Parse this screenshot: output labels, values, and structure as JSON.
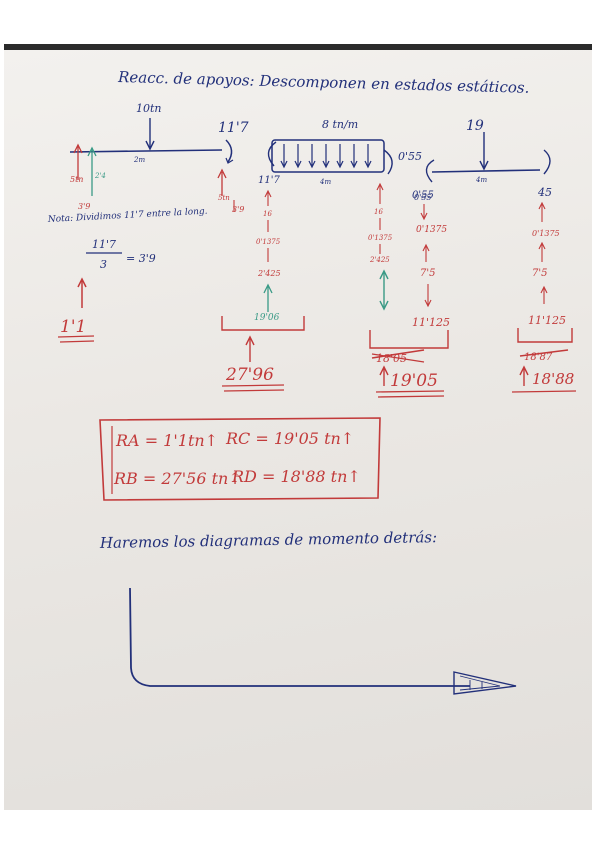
{
  "colors": {
    "blue_ink": "#22307a",
    "red_ink": "#c23a3a",
    "green_ink": "#3a9a86",
    "paper": "#efece8"
  },
  "header": {
    "title": "Reacc. de apoyos: Descomponen en estados estáticos."
  },
  "beam1": {
    "load": "10tn",
    "left_reaction": "5tn",
    "left_sub": "3'9",
    "left_green": "2'4",
    "span_label": "2m",
    "moment": "11'7"
  },
  "beam2": {
    "distributed_load": "8 tn/m",
    "moment_left": "11'7",
    "moment_right": "0'55",
    "span_label": "4m"
  },
  "beam3": {
    "load": "19",
    "span_label": "4m",
    "left_moment": "0'55",
    "right_moment": "45"
  },
  "note": {
    "text": "Nota: Dividimos 11'7 entre la long.",
    "numerator": "11'7",
    "denominator": "3",
    "result": "= 3'9"
  },
  "support_A": {
    "total": "1'1"
  },
  "support_B": {
    "values": [
      "5tn",
      "3'9",
      "16",
      "0'1375",
      "2'425"
    ],
    "green_value": "19'06",
    "total": "27'96"
  },
  "support_C": {
    "values_left": [
      "16",
      "0'1375",
      "2'425"
    ],
    "values_right": [
      "0'55",
      "0'1375",
      "7'5",
      "11'125"
    ],
    "crossed_sum": "18'05",
    "total": "19'05"
  },
  "support_D": {
    "values": [
      "45",
      "0'1375",
      "7'5",
      "11'125"
    ],
    "crossed_sum": "18'87",
    "total": "18'88"
  },
  "results": {
    "ra": "RA = 1'1tn↑",
    "rc": "RC = 19'05 tn↑",
    "rb": "RB = 27'56 tn↑",
    "rd": "RD = 18'88 tn↑"
  },
  "footer": {
    "text": "Haremos los diagramas de momento detrás:"
  }
}
